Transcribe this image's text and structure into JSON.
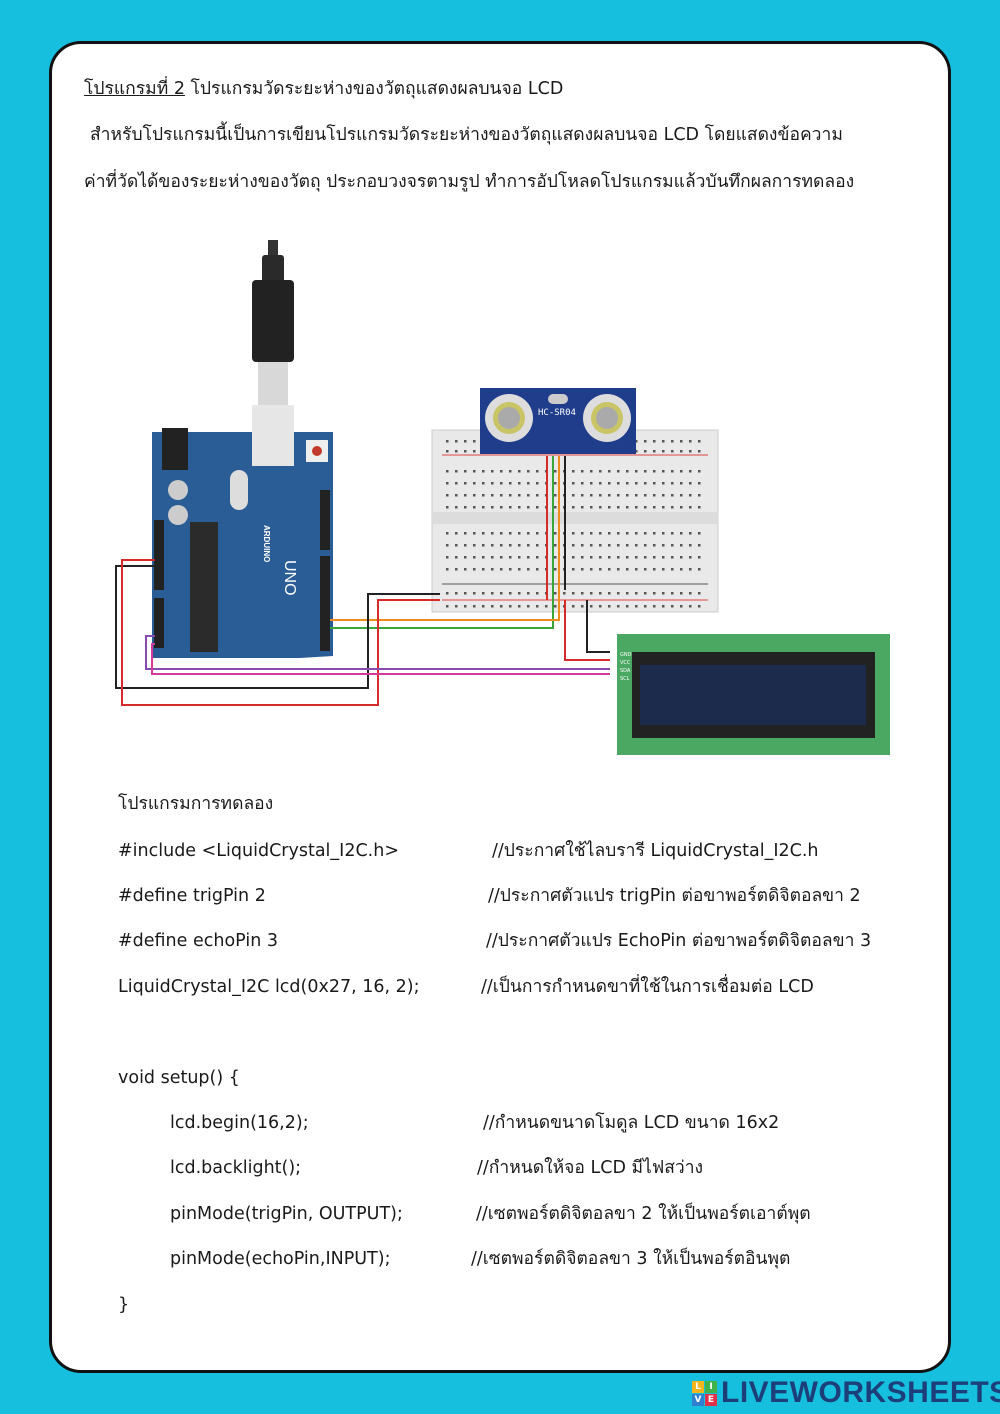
{
  "header": {
    "program_label": "โปรแกรมที่ 2",
    "title": "โปรแกรมวัดระยะห่างของวัตถุแสดงผลบนจอ LCD",
    "desc_line1": "สำหรับโปรแกรมนี้เป็นการเขียนโปรแกรมวัดระยะห่างของวัตถุแสดงผลบนจอ LCD โดยแสดงข้อความ",
    "desc_line2": "ค่าที่วัดได้ของระยะห่างของวัตถุ ประกอบวงจรตามรูป ทำการอัปโหลดโปรแกรมแล้วบันทึกผลการทดลอง"
  },
  "diagram": {
    "sensor_label": "HC-SR04",
    "board_label": "UNO",
    "board_brand": "ARDUINO",
    "lcd_pins": [
      "GND",
      "VCC",
      "SDA",
      "SCL"
    ]
  },
  "code": {
    "heading": "โปรแกรมการทดลอง",
    "lines": [
      {
        "code": "#include <LiquidCrystal_I2C.h>",
        "comment": "//ประกาศใช้ไลบรารี LiquidCrystal_I2C.h"
      },
      {
        "code": "#define trigPin 2",
        "comment": "//ประกาศตัวแปร trigPin ต่อขาพอร์ตดิจิตอลขา 2"
      },
      {
        "code": "#define echoPin 3",
        "comment": "//ประกาศตัวแปร EchoPin ต่อขาพอร์ตดิจิตอลขา 3"
      },
      {
        "code": "LiquidCrystal_I2C lcd(0x27, 16, 2);",
        "comment": "//เป็นการกำหนดขาที่ใช้ในการเชื่อมต่อ LCD"
      },
      {
        "code": "void setup() {"
      },
      {
        "code": "lcd.begin(16,2);",
        "comment": "//กำหนดขนาดโมดูล LCD ขนาด 16x2"
      },
      {
        "code": "lcd.backlight();",
        "comment": "//กำหนดให้จอ LCD มีไฟสว่าง"
      },
      {
        "code": "pinMode(trigPin, OUTPUT);",
        "comment": "//เซตพอร์ตดิจิตอลขา 2 ให้เป็นพอร์ตเอาต์พุต"
      },
      {
        "code": "pinMode(echoPin,INPUT);",
        "comment": "//เซตพอร์ตดิจิตอลขา 3 ให้เป็นพอร์ตอินพุต"
      },
      {
        "code": "}"
      }
    ]
  },
  "logo": {
    "blocks": [
      "L",
      "I",
      "V",
      "E"
    ],
    "word": "LIVEWORKSHEETS"
  },
  "colors": {
    "background": "#17bfdf",
    "logo_text": "#1c3f7a",
    "board": "#2a5d96",
    "lcd_green": "#4aa862",
    "lcd_screen": "#1c2a4c"
  }
}
